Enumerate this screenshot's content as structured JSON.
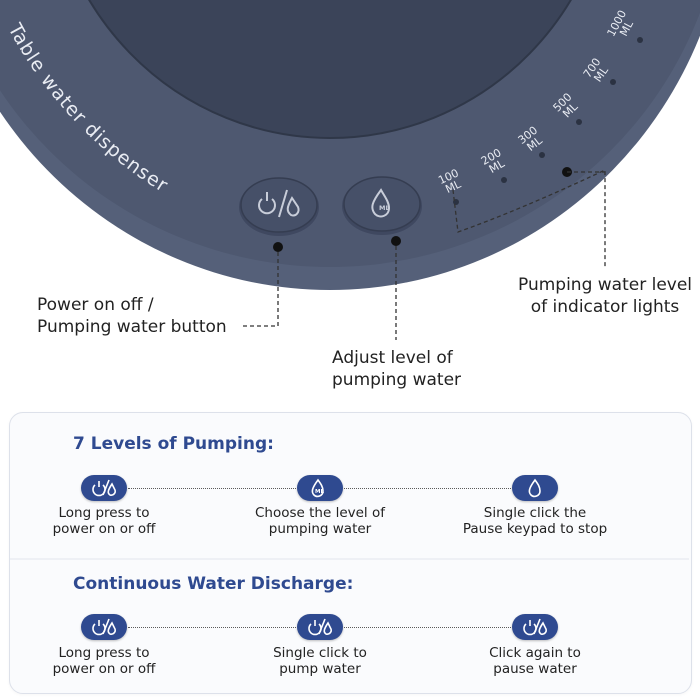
{
  "device": {
    "label": "Table water dispenser",
    "levels": [
      "100\nML",
      "200\nML",
      "300\nML",
      "500\nML",
      "700\nML",
      "1000\nML"
    ],
    "power_icon": "power-droplet-icon",
    "adjust_icon": "droplet-ml-icon",
    "colors": {
      "body": "#4e5870",
      "top": "#3b4459",
      "rim": "#5a647b"
    }
  },
  "callouts": {
    "power": {
      "line1": "Power on off /",
      "line2": "Pumping water button"
    },
    "adjust": {
      "line1": "Adjust level of",
      "line2": "pumping water"
    },
    "indicator": {
      "line1": "Pumping water level",
      "line2": "of indicator lights"
    }
  },
  "sections": [
    {
      "title": "7 Levels of Pumping:",
      "steps": [
        {
          "icon": "power-droplet-icon",
          "line1": "Long press to",
          "line2": "power on or off"
        },
        {
          "icon": "droplet-ml-icon",
          "line1": "Choose the level of",
          "line2": "pumping water"
        },
        {
          "icon": "droplet-icon",
          "line1": "Single click the",
          "line2": "Pause keypad to stop"
        }
      ]
    },
    {
      "title": "Continuous Water Discharge:",
      "steps": [
        {
          "icon": "power-droplet-icon",
          "line1": "Long press to",
          "line2": "power on or off"
        },
        {
          "icon": "power-droplet-icon",
          "line1": "Single click to",
          "line2": "pump water"
        },
        {
          "icon": "power-droplet-icon",
          "line1": "Click again to",
          "line2": "pause water"
        }
      ]
    }
  ],
  "accent_color": "#2f4a90"
}
